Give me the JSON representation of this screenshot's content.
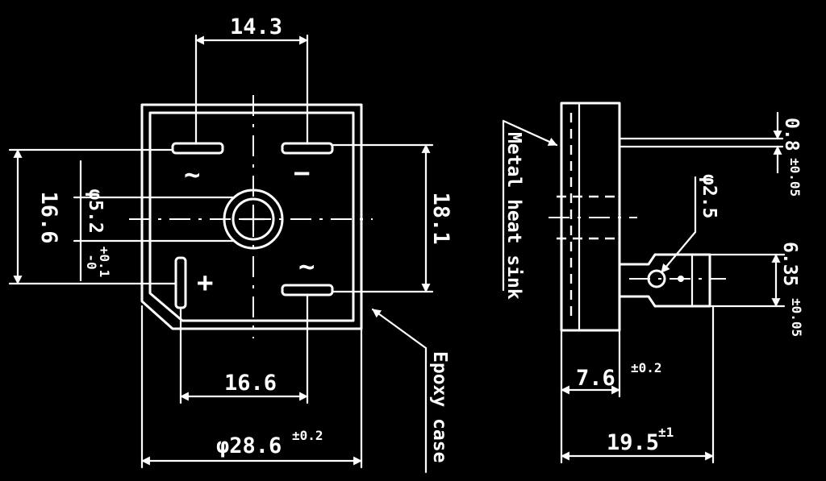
{
  "front_view": {
    "dims": {
      "top_pitch": "14.3",
      "left_height": "16.6",
      "hole_dia": "φ5.2",
      "hole_tol_plus": "+0.1",
      "hole_tol_minus": "-0",
      "right_height": "18.1",
      "bottom_pitch": "16.6",
      "body_width": "φ28.6",
      "body_width_tol": "±0.2"
    },
    "pin_marks": {
      "ac_top_left": "~",
      "neg_top_right": "−",
      "pos_bottom_left": "+",
      "ac_bottom_right": "~"
    },
    "callouts": {
      "epoxy_case": "Epoxy case"
    }
  },
  "side_view": {
    "dims": {
      "lead_thickness": "0.8",
      "lead_thickness_tol": "±0.05",
      "lead_hole_dia": "φ2.5",
      "lead_width": "6.35",
      "lead_width_tol": "±0.05",
      "sink_thickness": "7.6",
      "sink_thickness_tol": "±0.2",
      "overall_length": "19.5",
      "overall_length_tol": "±1"
    },
    "callouts": {
      "metal_heat_sink": "Metal heat sink"
    }
  }
}
